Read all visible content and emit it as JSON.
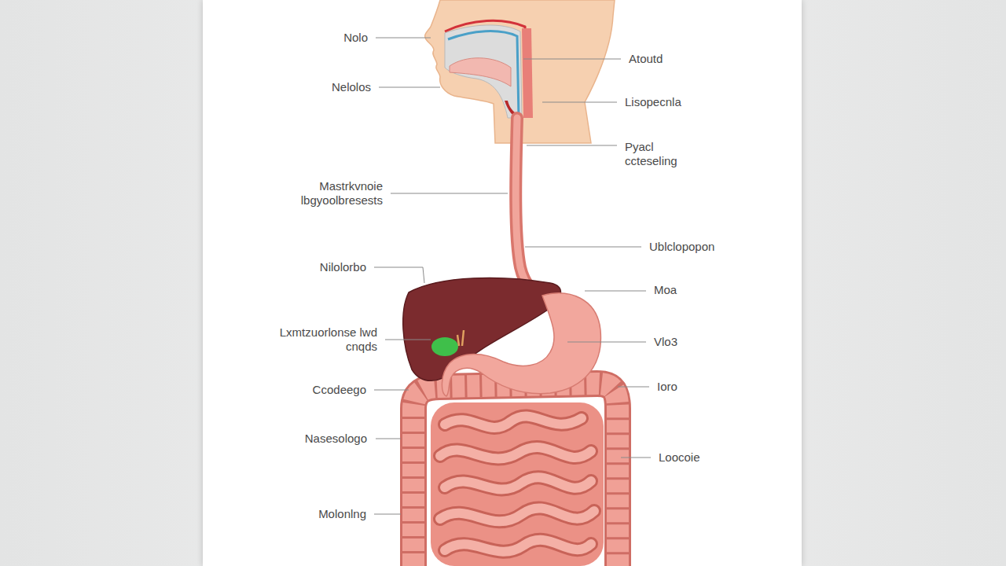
{
  "diagram": {
    "labels": [
      "Nolo",
      "Nelolos",
      "Mastrkvnoie lbgyoolbresests",
      "Nilolorbo",
      "Lxmtzuorlonse lwd cnqds",
      "Ccodeego",
      "Nasesologo",
      "Molonlng",
      "Atoutd",
      "Lisopecnla",
      "Pyacl ccteseling",
      "Ublclopopon",
      "Moa",
      "Vlo3",
      "Ioro",
      "Loocoie"
    ]
  }
}
